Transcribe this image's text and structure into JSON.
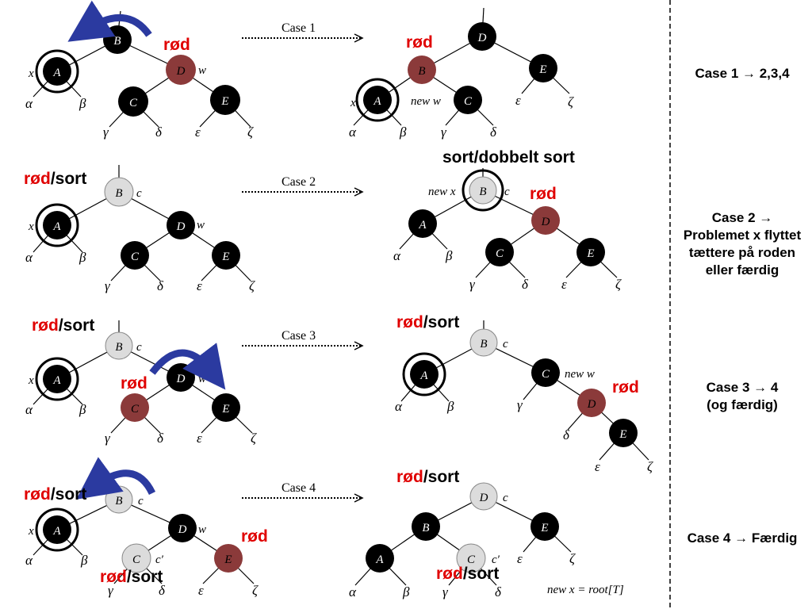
{
  "captions": {
    "case1": "Case 1 → 2,3,4",
    "case2": [
      "Case 2 →",
      "Problemet x flyttet",
      "tættere på roden",
      "eller færdig"
    ],
    "case3": [
      "Case 3 → 4",
      "(og færdig)"
    ],
    "case4": "Case 4 → Færdig"
  },
  "arrows": {
    "case1": "Case 1",
    "case2": "Case 2",
    "case3": "Case 3",
    "case4": "Case 4"
  },
  "annotations": {
    "red": "rød",
    "sort": "/sort",
    "sort_dobbelt": "sort/dobbelt sort"
  },
  "tree_text": {
    "new_w": "new w",
    "new_x": "new x",
    "new_x_root": "new x = root[T]"
  },
  "colors": {
    "black": "#000000",
    "red_node": "#8b3a3a",
    "gray_node": "#dcdcdc",
    "red_text": "#e00000",
    "blue_arrow": "#2b3aa0"
  }
}
